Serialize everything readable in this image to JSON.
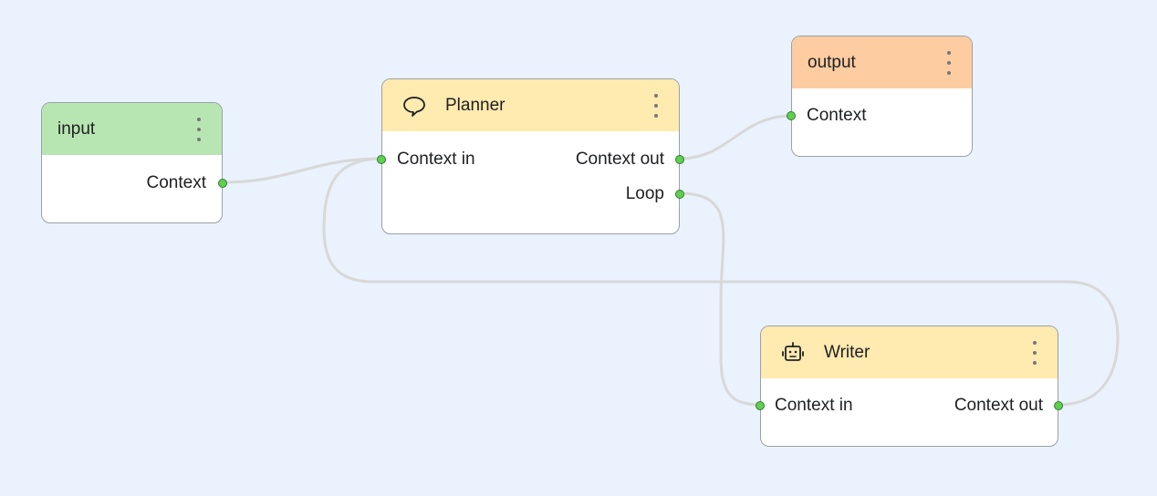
{
  "nodes": {
    "input": {
      "title": "input",
      "color": "#b8e6b2",
      "ports": {
        "context_out": "Context"
      }
    },
    "planner": {
      "title": "Planner",
      "icon": "loop-icon",
      "color": "#ffeab0",
      "ports": {
        "context_in": "Context in",
        "context_out": "Context out",
        "loop": "Loop"
      }
    },
    "output": {
      "title": "output",
      "color": "#fecca1",
      "ports": {
        "context_in": "Context"
      }
    },
    "writer": {
      "title": "Writer",
      "icon": "robot-icon",
      "color": "#ffeab0",
      "ports": {
        "context_in": "Context in",
        "context_out": "Context out"
      }
    }
  },
  "edges": [
    {
      "from": "input.Context",
      "to": "Planner.Context in"
    },
    {
      "from": "Planner.Context out",
      "to": "output.Context"
    },
    {
      "from": "Planner.Loop",
      "to": "Writer.Context in"
    },
    {
      "from": "Writer.Context out",
      "to": "Planner.Context in"
    }
  ],
  "colors": {
    "background": "#eaf2fe",
    "port": "#5fcf4f",
    "edge": "#d8d8d8"
  }
}
